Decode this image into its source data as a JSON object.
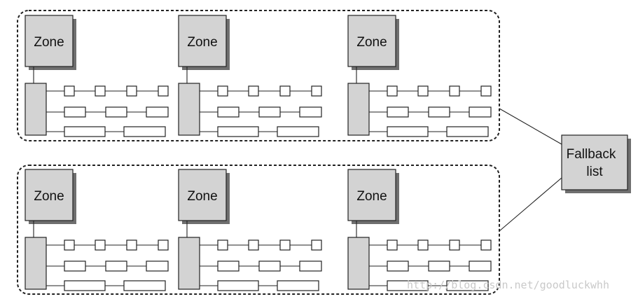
{
  "groups": [
    {
      "zones": [
        {
          "label": "Zone"
        },
        {
          "label": "Zone"
        },
        {
          "label": "Zone"
        }
      ]
    },
    {
      "zones": [
        {
          "label": "Zone"
        },
        {
          "label": "Zone"
        },
        {
          "label": "Zone"
        }
      ]
    }
  ],
  "fallback": {
    "line1": "Fallback",
    "line2": "list"
  },
  "watermark": "http://blog.csdn.net/goodluckwhh",
  "colors": {
    "box_fill": "#d3d3d3",
    "shadow": "#6f6f6f",
    "stroke": "#222222",
    "watermark": "#c9c9c9"
  }
}
